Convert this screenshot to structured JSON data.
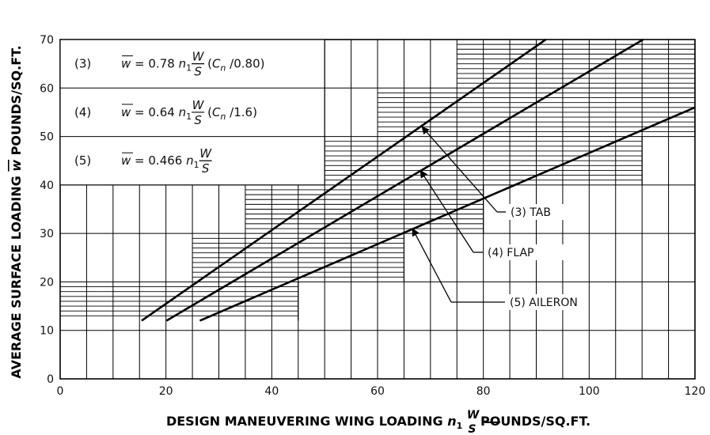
{
  "chart_data": {
    "type": "line",
    "xlabel_main": "DESIGN MANEUVERING WING LOADING",
    "xlabel_symbol": "n",
    "xlabel_sub": "1",
    "xlabel_frac_num": "W",
    "xlabel_frac_den": "S",
    "xlabel_unit": "POUNDS/SQ.FT.",
    "ylabel_pre": "AVERAGE SURFACE LOADING",
    "ylabel_symbol": "w",
    "ylabel_post": "POUNDS/SQ.FT.",
    "xlim": [
      0,
      120
    ],
    "ylim": [
      0,
      70
    ],
    "xticks": [
      0,
      20,
      40,
      60,
      80,
      100,
      120
    ],
    "yticks": [
      0,
      10,
      20,
      30,
      40,
      50,
      60,
      70
    ],
    "grid": true,
    "series": [
      {
        "name": "(3) TAB",
        "x": [
          15.4,
          91.8
        ],
        "y": [
          12,
          70
        ]
      },
      {
        "name": "(4) FLAP",
        "x": [
          20.1,
          110.2
        ],
        "y": [
          12,
          70
        ]
      },
      {
        "name": "(5) AILERON",
        "x": [
          26.4,
          120
        ],
        "y": [
          12,
          56
        ]
      }
    ],
    "equations": [
      {
        "num": "(3)",
        "lhs": "w",
        "mid": "= 0.78 ",
        "n": "n",
        "n_sub": "1",
        "frac_num": "W",
        "frac_den": "S",
        "tail_pre": "(C",
        "tail_sub": "n",
        "tail_post": " /0.80)"
      },
      {
        "num": "(4)",
        "lhs": "w",
        "mid": "= 0.64 ",
        "n": "n",
        "n_sub": "1",
        "frac_num": "W",
        "frac_den": "S",
        "tail_pre": " (C",
        "tail_sub": "n",
        "tail_post": " /1.6)"
      },
      {
        "num": "(5)",
        "lhs": "w",
        "mid": "= 0.466 ",
        "n": "n",
        "n_sub": "1",
        "frac_num": "W",
        "frac_den": "S",
        "tail_pre": "",
        "tail_sub": "",
        "tail_post": ""
      }
    ],
    "callouts": [
      {
        "label": "(3) TAB",
        "target": [
          68.4,
          52
        ]
      },
      {
        "label": "(4) FLAP",
        "target": [
          68.1,
          43
        ]
      },
      {
        "label": "(5) AILERON",
        "target": [
          66.6,
          31
        ]
      }
    ]
  }
}
